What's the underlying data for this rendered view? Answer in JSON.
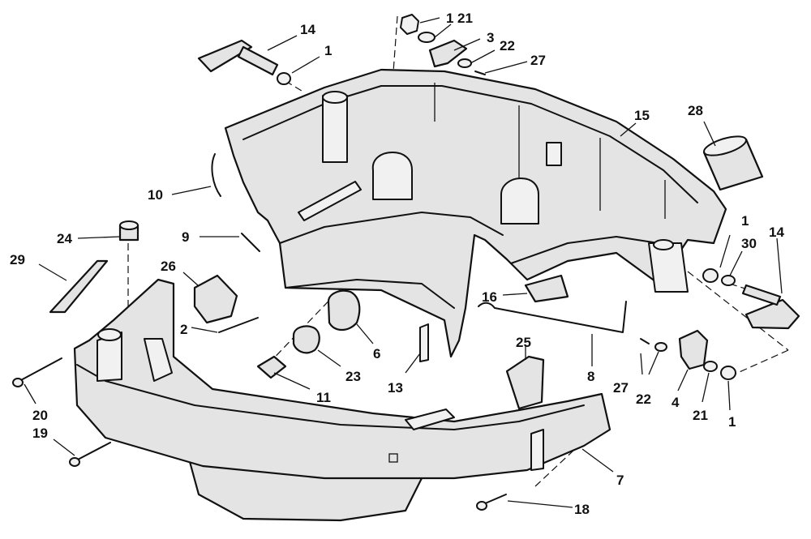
{
  "callouts": [
    {
      "id": "c1a",
      "text": "1"
    },
    {
      "id": "c21a",
      "text": "21"
    },
    {
      "id": "c3",
      "text": "3"
    },
    {
      "id": "c22a",
      "text": "22"
    },
    {
      "id": "c27a",
      "text": "27"
    },
    {
      "id": "c14a",
      "text": "14"
    },
    {
      "id": "c1b",
      "text": "1"
    },
    {
      "id": "c15",
      "text": "15"
    },
    {
      "id": "c28",
      "text": "28"
    },
    {
      "id": "c10",
      "text": "10"
    },
    {
      "id": "c9",
      "text": "9"
    },
    {
      "id": "c24",
      "text": "24"
    },
    {
      "id": "c29",
      "text": "29"
    },
    {
      "id": "c26",
      "text": "26"
    },
    {
      "id": "c1c",
      "text": "1"
    },
    {
      "id": "c30",
      "text": "30"
    },
    {
      "id": "c14b",
      "text": "14"
    },
    {
      "id": "c16",
      "text": "16"
    },
    {
      "id": "c2",
      "text": "2"
    },
    {
      "id": "c6",
      "text": "6"
    },
    {
      "id": "c23",
      "text": "23"
    },
    {
      "id": "c11",
      "text": "11"
    },
    {
      "id": "c13",
      "text": "13"
    },
    {
      "id": "c25",
      "text": "25"
    },
    {
      "id": "c8",
      "text": "8"
    },
    {
      "id": "c27b",
      "text": "27"
    },
    {
      "id": "c22b",
      "text": "22"
    },
    {
      "id": "c4",
      "text": "4"
    },
    {
      "id": "c21b",
      "text": "21"
    },
    {
      "id": "c1d",
      "text": "1"
    },
    {
      "id": "c20",
      "text": "20"
    },
    {
      "id": "c19",
      "text": "19"
    },
    {
      "id": "c7",
      "text": "7"
    },
    {
      "id": "c18",
      "text": "18"
    }
  ]
}
